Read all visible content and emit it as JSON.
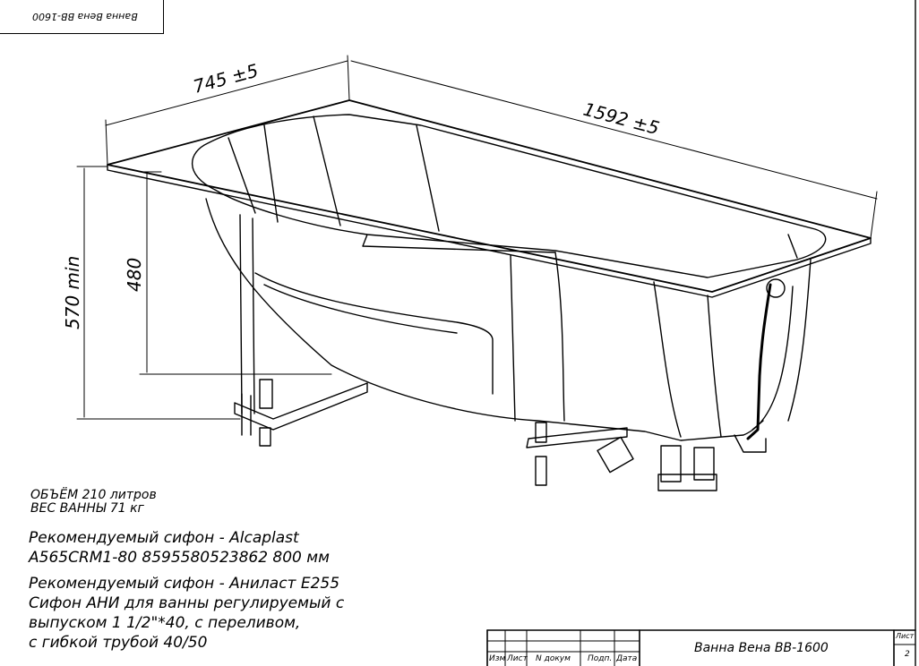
{
  "header_mirrored": "Ванна Вена ВВ-1600",
  "dimensions": {
    "width": "745 ±5",
    "length": "1592 ±5",
    "height_min": "570 min",
    "depth": "480"
  },
  "notes_primary": [
    "ОБЪЁМ 210 литров",
    "ВЕС ВАННЫ 71 кг"
  ],
  "recommendation_1": [
    "Рекомендуемый сифон - Alcaplast",
    "A565CRM1-80 8595580523862 800 мм"
  ],
  "recommendation_2": [
    "Рекомендуемый сифон - Аниласт Е255",
    "Сифон АНИ для ванны регулируемый с",
    "выпуском 1 1/2\"*40, с переливом,",
    "с гибкой трубой 40/50"
  ],
  "title_block": {
    "title": "Ванна Вена ВВ-1600",
    "sheet_label": "Лист",
    "sheet_number": "2",
    "headers": [
      "Изм",
      "Лист",
      "N докум",
      "Подп.",
      "Дата"
    ]
  }
}
